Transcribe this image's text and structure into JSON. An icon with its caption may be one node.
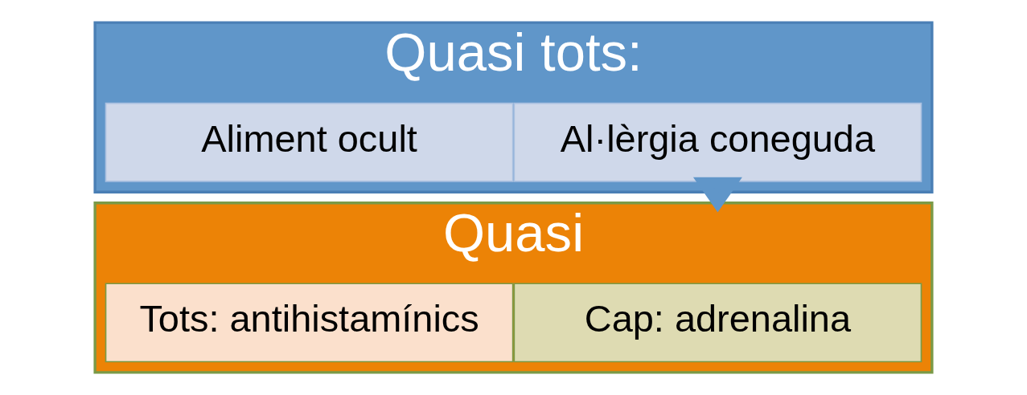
{
  "diagram": {
    "nodes": [
      {
        "text": [
          "Quasi tots:"
        ]
      },
      {
        "text": [
          "Al·lèrgia coneguda"
        ],
        "in": 0
      },
      {
        "text": [
          "Aliment ocult"
        ],
        "in": 0
      },
      {
        "text": [
          "Quasi"
        ]
      },
      {
        "text": [
          "Cap: adrenalina"
        ],
        "in": 3
      },
      {
        "text": [
          "Tots: antihistamínics"
        ],
        "in": 3
      }
    ],
    "edges": [
      {
        "from": 0,
        "to": 3,
        "arrow": "to",
        "style": "thick"
      }
    ]
  }
}
